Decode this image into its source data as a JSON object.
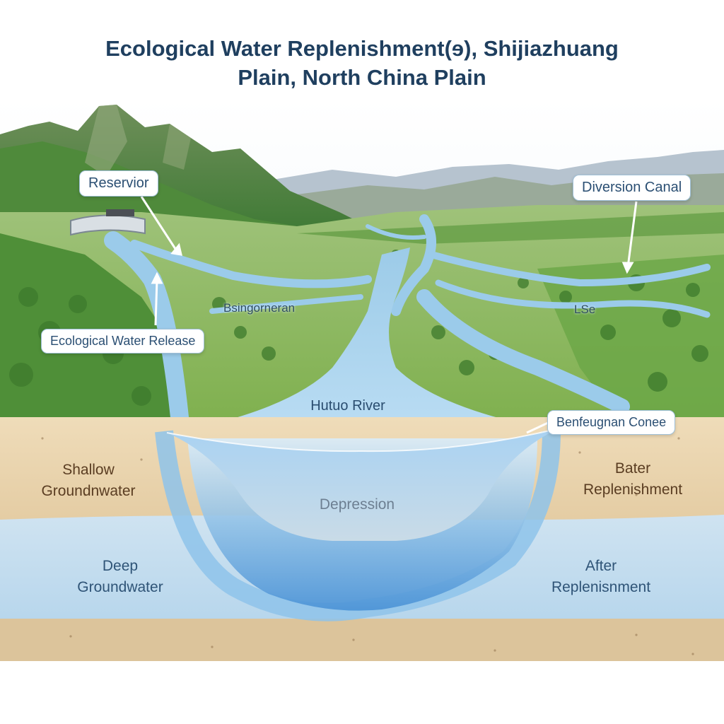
{
  "title": {
    "line1": "Ecological Water Replenishment(ɘ), Shijiazhuang",
    "line2": "Plain, North China Plain"
  },
  "callouts": {
    "reservoir": "Reservior",
    "diversion_canal": "Diversion Canal",
    "ecological_release": "Ecological Water Release",
    "cone": "Benfeugnan Conee"
  },
  "faint_labels": {
    "bsingonnan": "Bsingorneran",
    "lse": "LSe"
  },
  "river": "Hutuo River",
  "depression": "Depression",
  "layers": {
    "shallow_line1": "Shallow",
    "shallow_line2": "Groundnwater",
    "bater_line1": "Bater",
    "bater_line2": "Replenishment",
    "deep_line1": "Deep",
    "deep_line2": "Groundwater",
    "after_line1": "After",
    "after_line2": "Replenisnment"
  },
  "colors": {
    "title": "#1f3f5f",
    "water": "#8ec3ea",
    "soil": "#e9d3ad",
    "forest": "#5f9a3c"
  }
}
